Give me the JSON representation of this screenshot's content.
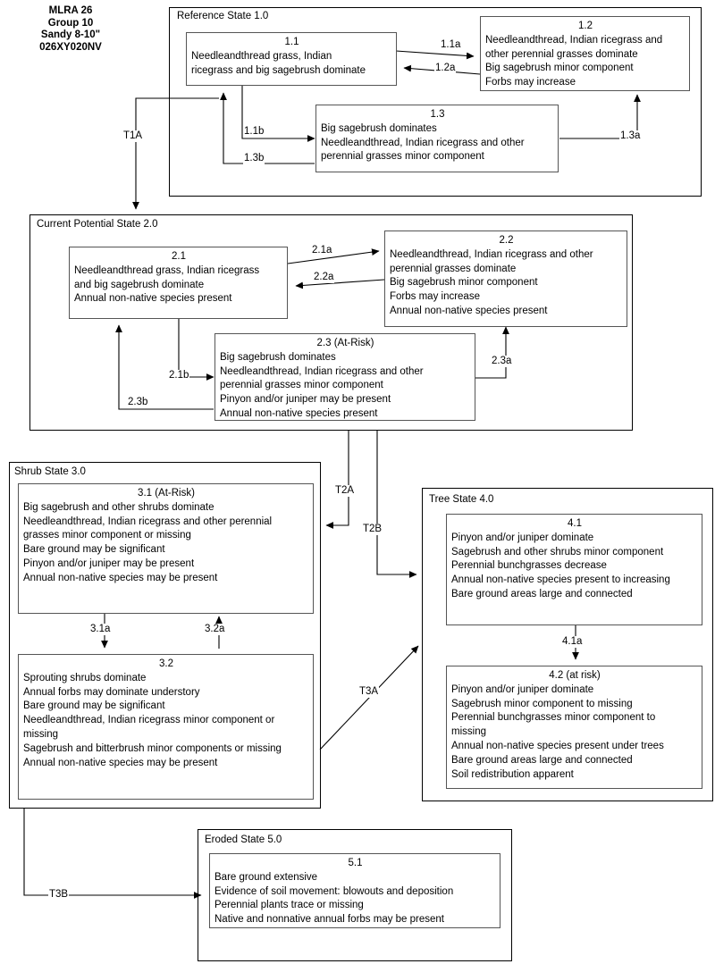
{
  "header": {
    "lines": [
      "MLRA 26",
      "Group 10",
      "Sandy 8-10\"",
      "026XY020NV"
    ]
  },
  "states": [
    {
      "id": "reference",
      "title": "Reference State 1.0",
      "phases": [
        {
          "id": "1.1",
          "head": "1.1",
          "lines": [
            "Needleandthread grass, Indian",
            "ricegrass and big sagebrush dominate"
          ]
        },
        {
          "id": "1.2",
          "head": "1.2",
          "lines": [
            "Needleandthread, Indian ricegrass and",
            "other perennial grasses dominate",
            "Big sagebrush minor component",
            "Forbs may increase"
          ]
        },
        {
          "id": "1.3",
          "head": "1.3",
          "lines": [
            "Big sagebrush dominates",
            "Needleandthread, Indian ricegrass and other",
            "perennial grasses minor component"
          ]
        }
      ]
    },
    {
      "id": "current-potential",
      "title": "Current Potential State 2.0",
      "phases": [
        {
          "id": "2.1",
          "head": "2.1",
          "lines": [
            "Needleandthread grass, Indian ricegrass",
            "and big sagebrush dominate",
            "Annual non-native species present"
          ]
        },
        {
          "id": "2.2",
          "head": "2.2",
          "lines": [
            "Needleandthread, Indian ricegrass and other",
            "perennial grasses dominate",
            "Big sagebrush minor component",
            "Forbs may increase",
            "Annual non-native species present"
          ]
        },
        {
          "id": "2.3",
          "head": "2.3 (At-Risk)",
          "lines": [
            "Big sagebrush dominates",
            "Needleandthread, Indian ricegrass and other",
            "perennial grasses minor component",
            "Pinyon and/or juniper may be present",
            "Annual non-native species present"
          ]
        }
      ]
    },
    {
      "id": "shrub",
      "title": "Shrub State 3.0",
      "phases": [
        {
          "id": "3.1",
          "head": "3.1 (At-Risk)",
          "lines": [
            "Big sagebrush and other shrubs dominate",
            "Needleandthread, Indian ricegrass and other perennial",
            "grasses minor component or missing",
            "Bare ground may be significant",
            "Pinyon and/or juniper may be present",
            "Annual non-native species may be present"
          ]
        },
        {
          "id": "3.2",
          "head": "3.2",
          "lines": [
            "Sprouting shrubs dominate",
            "Annual forbs may dominate understory",
            "Bare ground may be significant",
            "Needleandthread, Indian ricegrass minor component or",
            "missing",
            "Sagebrush and bitterbrush minor components or missing",
            "Annual non-native species may be present"
          ]
        }
      ]
    },
    {
      "id": "tree",
      "title": "Tree State 4.0",
      "phases": [
        {
          "id": "4.1",
          "head": "4.1",
          "lines": [
            "Pinyon and/or juniper dominate",
            "Sagebrush and other shrubs minor component",
            "Perennial bunchgrasses decrease",
            "Annual non-native species present to increasing",
            "Bare ground areas large and connected"
          ]
        },
        {
          "id": "4.2",
          "head": "4.2 (at risk)",
          "lines": [
            "Pinyon and/or juniper dominate",
            "Sagebrush minor component to missing",
            "Perennial bunchgrasses minor component to",
            "missing",
            "Annual non-native species present under trees",
            "Bare ground areas large and connected",
            "Soil redistribution apparent"
          ]
        }
      ]
    },
    {
      "id": "eroded",
      "title": "Eroded State 5.0",
      "phases": [
        {
          "id": "5.1",
          "head": "5.1",
          "lines": [
            "Bare ground extensive",
            "Evidence of soil movement: blowouts and deposition",
            "Perennial plants trace or missing",
            "Native and nonnative annual forbs may be present"
          ]
        }
      ]
    }
  ],
  "transitions": {
    "within": [
      {
        "id": "1.1a",
        "label": "1.1a",
        "from": "1.1",
        "to": "1.2"
      },
      {
        "id": "1.2a",
        "label": "1.2a",
        "from": "1.2",
        "to": "1.1"
      },
      {
        "id": "1.1b",
        "label": "1.1b",
        "from": "1.1",
        "to": "1.3"
      },
      {
        "id": "1.3b",
        "label": "1.3b",
        "from": "1.3",
        "to": "1.1"
      },
      {
        "id": "1.3a",
        "label": "1.3a",
        "from": "1.3",
        "to": "1.2"
      },
      {
        "id": "2.1a",
        "label": "2.1a",
        "from": "2.1",
        "to": "2.2"
      },
      {
        "id": "2.2a",
        "label": "2.2a",
        "from": "2.2",
        "to": "2.1"
      },
      {
        "id": "2.1b",
        "label": "2.1b",
        "from": "2.1",
        "to": "2.3"
      },
      {
        "id": "2.3b",
        "label": "2.3b",
        "from": "2.3",
        "to": "2.1"
      },
      {
        "id": "2.3a",
        "label": "2.3a",
        "from": "2.3",
        "to": "2.2"
      },
      {
        "id": "3.1a",
        "label": "3.1a",
        "from": "3.1",
        "to": "3.2"
      },
      {
        "id": "3.2a",
        "label": "3.2a",
        "from": "3.2",
        "to": "3.1"
      },
      {
        "id": "4.1a",
        "label": "4.1a",
        "from": "4.1",
        "to": "4.2"
      }
    ],
    "between": [
      {
        "id": "T1A",
        "label": "T1A",
        "from": "reference",
        "to": "current-potential"
      },
      {
        "id": "T2A",
        "label": "T2A",
        "from": "current-potential",
        "to": "shrub"
      },
      {
        "id": "T2B",
        "label": "T2B",
        "from": "current-potential",
        "to": "tree"
      },
      {
        "id": "T3A",
        "label": "T3A",
        "from": "shrub",
        "to": "tree"
      },
      {
        "id": "T3B",
        "label": "T3B",
        "from": "shrub",
        "to": "eroded"
      }
    ]
  },
  "colors": {
    "line": "#000000",
    "phase_border": "#555555",
    "background": "#ffffff"
  }
}
